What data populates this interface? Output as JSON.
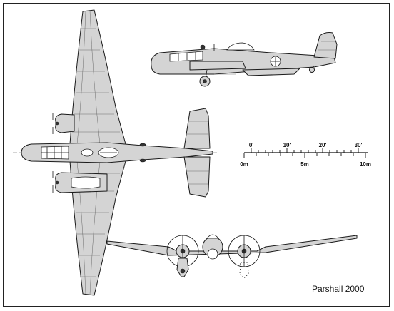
{
  "scale_bar": {
    "feet_labels": [
      "0'",
      "10'",
      "20'",
      "30'"
    ],
    "metre_labels": [
      "0m",
      "5m",
      "10m"
    ]
  },
  "credit": "Parshall 2000",
  "colors": {
    "aircraft_fill": "#d4d4d4",
    "outline": "#1a1a1a",
    "panel_lines": "#6a6a6a",
    "frame": "#222222"
  }
}
